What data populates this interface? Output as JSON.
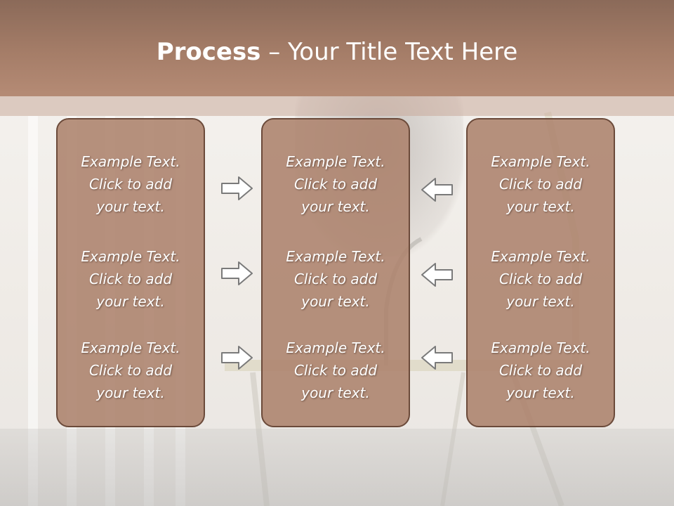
{
  "title": {
    "bold": "Process",
    "rest": " – Your Title Text Here"
  },
  "columns": [
    {
      "items": [
        [
          "Example Text.",
          "Click  to add",
          "your text."
        ],
        [
          "Example Text.",
          "Click  to add",
          "your text."
        ],
        [
          "Example Text.",
          "Click  to add",
          "your text."
        ]
      ]
    },
    {
      "items": [
        [
          "Example Text.",
          "Click  to add",
          "your text."
        ],
        [
          "Example Text.",
          "Click  to add",
          "your text."
        ],
        [
          "Example Text.",
          "Click  to add",
          "your text."
        ]
      ]
    },
    {
      "items": [
        [
          "Example Text.",
          "Click  to add",
          "your text."
        ],
        [
          "Example Text.",
          "Click  to add",
          "your text."
        ],
        [
          "Example Text.",
          "Click  to add",
          "your text."
        ]
      ]
    }
  ],
  "arrows": {
    "left_group": [
      "arrow-right-icon",
      "arrow-right-icon",
      "arrow-right-icon"
    ],
    "right_group": [
      "arrow-left-icon",
      "arrow-left-icon",
      "arrow-left-icon"
    ]
  },
  "colors": {
    "header": "#a57d68",
    "box_fill": "#ac826c",
    "box_border": "#6b4a3a",
    "text": "#ffffff"
  }
}
